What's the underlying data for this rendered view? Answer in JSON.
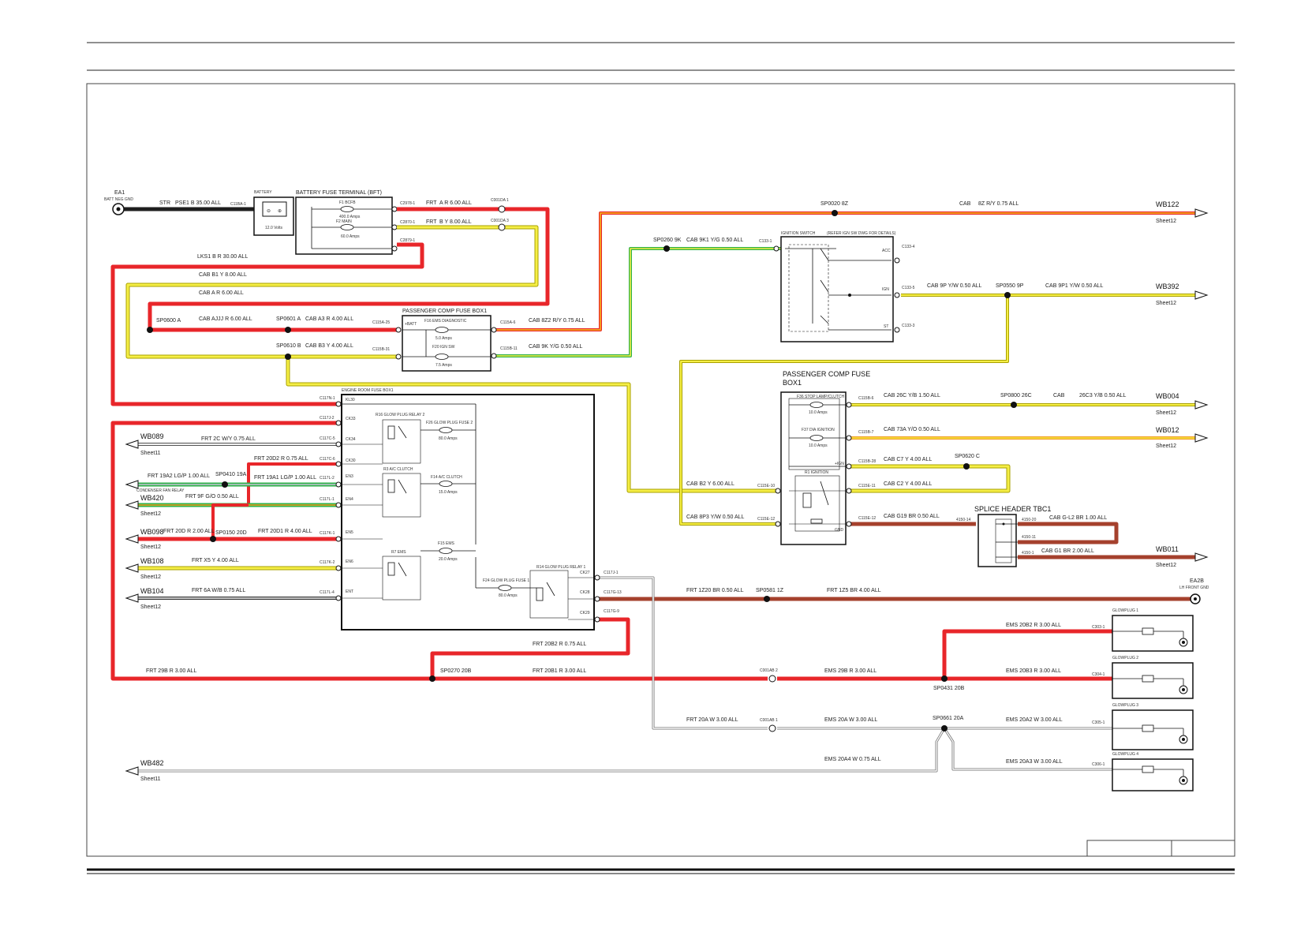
{
  "colors": {
    "red": "#e8262a",
    "yellow": "#f5ee45",
    "orange": "#f39a1e",
    "green": "#2fb24a",
    "brown": "#a5412d",
    "white_wire": "#fafafa",
    "black": "#1a1a1a",
    "black_wire": "#1e1e1e"
  },
  "ground_left": {
    "id": "EA1",
    "desc": "BATT NEG GND",
    "wire": "STR",
    "wire_spec": "PSE1 B 35.00 ALL",
    "conn": "C11BA-1"
  },
  "battery": {
    "title": "BATTERY",
    "volts": "12.0 Volts"
  },
  "bft": {
    "title": "BATTERY FUSE TERMINAL (BFT)",
    "f1_name": "F1 BCFB",
    "f1_amps": "400.0 Amps",
    "f2_name": "F2 MAIN",
    "f2_amps": "60.0 Amps"
  },
  "top_conns": {
    "c1": "C2978-1",
    "c1_wire": "FRT",
    "c1_spec": "A R 6.00 ALL",
    "c2": "C2870-1",
    "c2_wire": "FRT",
    "c2_spec": "B Y 8.00 ALL",
    "c3": "C2879-1",
    "c3_label": "C001DA 1",
    "c4_label": "C001DA 3"
  },
  "wire_labels": {
    "lks1": "LKS1  B R 30.00 ALL",
    "cab_b1": "CAB   B1 Y 8.00 ALL",
    "cab_a": "CAB   A R 6.00 ALL",
    "sp0600": "SP0600 A",
    "cab_ajjj": "CAB   AJJJ R 6.00 ALL",
    "sp0601": "SP0601 A",
    "cab_a3": "CAB   A3 R 4.00 ALL",
    "sp0610": "SP0610 B",
    "cab_b3": "CAB   B3 Y 4.00 ALL",
    "c115a25": "C115A-25",
    "c115b31": "C115B-31",
    "sp0020": "SP0020 8Z",
    "cab_8z": "CAB",
    "spec_8z": "8Z R/Y 0.75 ALL",
    "sp0260": "SP0260 9K",
    "cab_9k1": "CAB   9K1 Y/G 0.50 ALL",
    "c133_1": "C133-1",
    "c115a6": "C115A-6",
    "cab_8z2": "CAB   8Z2 R/Y 0.75 ALL",
    "c115b11": "C115B-11",
    "cab_9k": "CAB   9K Y/G 0.50 ALL",
    "c133_5": "C133-5",
    "cab_9p": "CAB   9P Y/W 0.50 ALL",
    "sp0550": "SP0550 9P",
    "cab_9p1": "CAB   9P1 Y/W 0.50 ALL",
    "c133_4": "C133-4",
    "c133_3": "C133-3"
  },
  "pcfb_small": {
    "title": "PASSENGER COMP FUSE BOX1",
    "batt": "+BATT",
    "f16": "F16 EMS DIAGNOSTIC",
    "f16_amps": "5.0 Amps",
    "f20": "F20 IGN SW",
    "f20_amps": "7.5 Amps"
  },
  "ign_switch": {
    "title": "IGNITION SWITCH",
    "note": "(REFER IGN SW DWG FOR DETAILS)",
    "acc": "ACC",
    "ign": "IGN",
    "st": "ST"
  },
  "offpage": {
    "wb122": "WB122",
    "wb122_sheet": "Sheet12",
    "wb392": "WB392",
    "wb392_sheet": "Sheet12",
    "wb004": "WB004",
    "wb004_sheet": "Sheet12",
    "wb012": "WB012",
    "wb012_sheet": "Sheet12",
    "wb011": "WB011",
    "wb011_sheet": "Sheet12",
    "wb089": "WB089",
    "wb089_sheet": "Sheet11",
    "wb420": "WB420",
    "wb420_sheet": "Sheet12",
    "wb098": "WB098",
    "wb098_sheet": "Sheet12",
    "wb108": "WB108",
    "wb108_sheet": "Sheet12",
    "wb104": "WB104",
    "wb104_sheet": "Sheet12",
    "wb482": "WB482",
    "wb482_sheet": "Sheet11",
    "cond_relay": "CONDENSER FAN RELAY"
  },
  "pcfb_large": {
    "title1": "PASSENGER COMP FUSE",
    "title2": "BOX1",
    "f36": "F36 STOP LAMP/CLUTCH",
    "f36_amps": "10.0 Amps",
    "f37": "F37 DIA IGNITION",
    "f37_amps": "10.0 Amps",
    "ign": "+IGN",
    "relay": "R1 IGNITION",
    "gnd": "GND"
  },
  "right_wires": {
    "c115b6": "C115B-6",
    "cab_26c": "CAB   26C Y/B 1.50 ALL",
    "sp0800": "SP0800 26C",
    "cab_26c3": "CAB",
    "spec_26c3": "26C3 Y/B 0.50 ALL",
    "c115b7": "C115B-7",
    "cab_73a": "CAB   73A Y/O 0.50 ALL",
    "c115b28": "C115B-28",
    "cab_c7": "CAB   C7 Y 4.00 ALL",
    "sp0620": "SP0620 C",
    "c115e11": "C115E-11",
    "cab_c2": "CAB   C2 Y 4.00 ALL",
    "c115e10": "C115E-10",
    "cab_b2": "CAB   B2 Y 6.00 ALL",
    "c115e12a": "C115E-12",
    "cab_8p3": "CAB   8P3 Y/W 0.50 ALL",
    "c115e12b": "C115E-12",
    "cab_g19": "CAB   G19 BR 0.50 ALL",
    "splice_title": "SPLICE HEADER TBC1",
    "s14": "4150-14",
    "s20": "4150-20",
    "s11": "4150-11",
    "s1": "4150-1",
    "cab_gl2": "CAB   G-L2 BR 1.00 ALL",
    "cab_g1": "CAB   G1 BR 2.00 ALL"
  },
  "erfb": {
    "title": "ENGINE ROOM FUSE BOX1",
    "kl30": "KL30",
    "ck33": "CK33",
    "ck34": "CK34",
    "ck30": "CK30",
    "en3": "EN3",
    "en4": "EN4",
    "en5": "EN5",
    "en6": "EN6",
    "ent": "ENT",
    "r16": "R16 GLOW PLUG RELAY 2",
    "f26": "F26 GLOW PLUG FUSE 2",
    "f26_amps": "80.0 Amps",
    "r3": "R3 A/C CLUTCH",
    "f14": "F14 A/C CLUTCH",
    "f14_amps": "15.0 Amps",
    "r7": "R7 EMS",
    "f15": "F15 EMS",
    "f15_amps": "20.0 Amps",
    "f24": "F24 GLOW PLUG FUSE 1",
    "f24_amps": "80.0 Amps",
    "r14": "R14 GLOW PLUG RELAY 1",
    "ck27": "CK27",
    "ck28": "CK28",
    "ck29": "CK29"
  },
  "left_wires": {
    "c117n1": "C117N-1",
    "c117j2": "C117J-2",
    "c117c5": "C117C-5",
    "frt_2c": "FRT   2C W/Y 0.75 ALL",
    "c117c6": "C117C-6",
    "frt_20d2": "FRT 20D2 R 0.75 ALL",
    "frt_19a2": "FRT   19A2 LG/P 1.00 ALL",
    "sp0410": "SP0410 19A",
    "frt_19a1": "FRT 19A1 LG/P 1.00 ALL",
    "c117l2": "C117L-2",
    "frt_9f": "FRT   9F G/O 0.50 ALL",
    "c117l1": "C117L-1",
    "frt_20d": "FRT 20D R 2.00 ALL",
    "sp0150": "SP0150 20D",
    "frt_20d1": "FRT   20D1 R 4.00 ALL",
    "c117k1": "C117K-1",
    "frt_x5": "FRT   X5 Y 4.00 ALL",
    "c117k2": "C117K-2",
    "frt_6a": "FRT   6A W/B 0.75 ALL",
    "c117l4": "C117L-4",
    "c117j1": "C117J-1",
    "c117g13": "C117G-13",
    "c117g9": "C117G-9",
    "frt_1z20": "FRT   1Z20 BR 0.50 ALL",
    "sp0581": "SP0581 1Z",
    "frt_1z5": "FRT   1Z5 BR 4.00 ALL",
    "ea2b": "EA2B",
    "ea2b_desc": "LH FRONT GND",
    "frt_20b2": "FRT   20B2 R 0.75 ALL",
    "frt_29b": "FRT   29B R 3.00 ALL",
    "sp0270": "SP0270 20B",
    "frt_20b1": "FRT   20B1 R 3.00 ALL",
    "c001ab2": "C001AB 2",
    "ems_29b": "EMS   29B R 3.00 ALL",
    "sp0431": "SP0431 20B",
    "frt_20a": "FRT   20A W 3.00 ALL",
    "c001ab1": "C001AB 1",
    "ems_20a": "EMS   20A W 3.00 ALL",
    "sp0661": "SP0661 20A",
    "ems_20a4": "EMS   20A4 W 0.75 ALL"
  },
  "glowplugs": [
    {
      "name": "GLOWPLUG 1",
      "conn": "C303-1",
      "wire": "EMS   20B2 R 3.00 ALL"
    },
    {
      "name": "GLOWPLUG 2",
      "conn": "C304-1",
      "wire": "EMS   20B3 R 3.00 ALL"
    },
    {
      "name": "GLOWPLUG 3",
      "conn": "C305-1",
      "wire": "EMS   20A2 W 3.00 ALL"
    },
    {
      "name": "GLOWPLUG 4",
      "conn": "C306-1",
      "wire": "EMS   20A3 W 3.00 ALL"
    }
  ]
}
